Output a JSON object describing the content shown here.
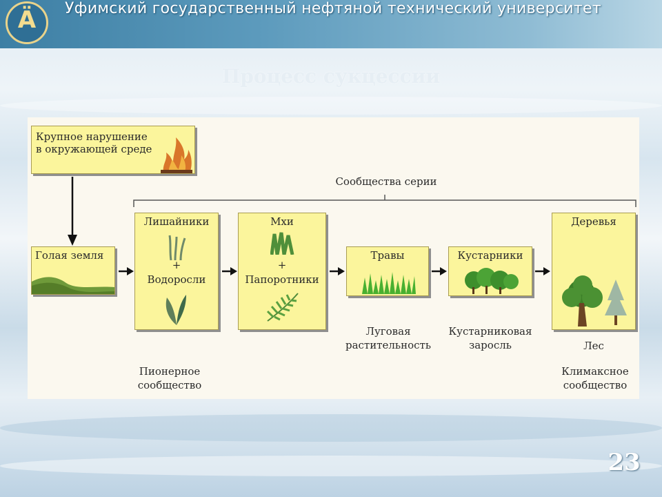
{
  "header": {
    "university": "Уфимский государственный нефтяной технический университет",
    "logo_icon": "university-logo-icon"
  },
  "slide": {
    "title": "Процесс сукцессии",
    "page_number": "23"
  },
  "diagram": {
    "disturbance": "Крупное нарушение в окружающей среде",
    "series_label": "Сообщества серии",
    "bare_ground": "Голая земля",
    "lichens": "Лишайники",
    "plus": "+",
    "algae": "Водоросли",
    "mosses": "Мхи",
    "ferns": "Папоротники",
    "grasses": "Травы",
    "shrubs": "Кустарники",
    "trees": "Деревья",
    "meadow": "Луговая растительность",
    "shrub_thicket": "Кустарниковая заросль",
    "forest": "Лес",
    "pioneer": "Пионерное сообщество",
    "climax": "Климаксное сообщество"
  }
}
